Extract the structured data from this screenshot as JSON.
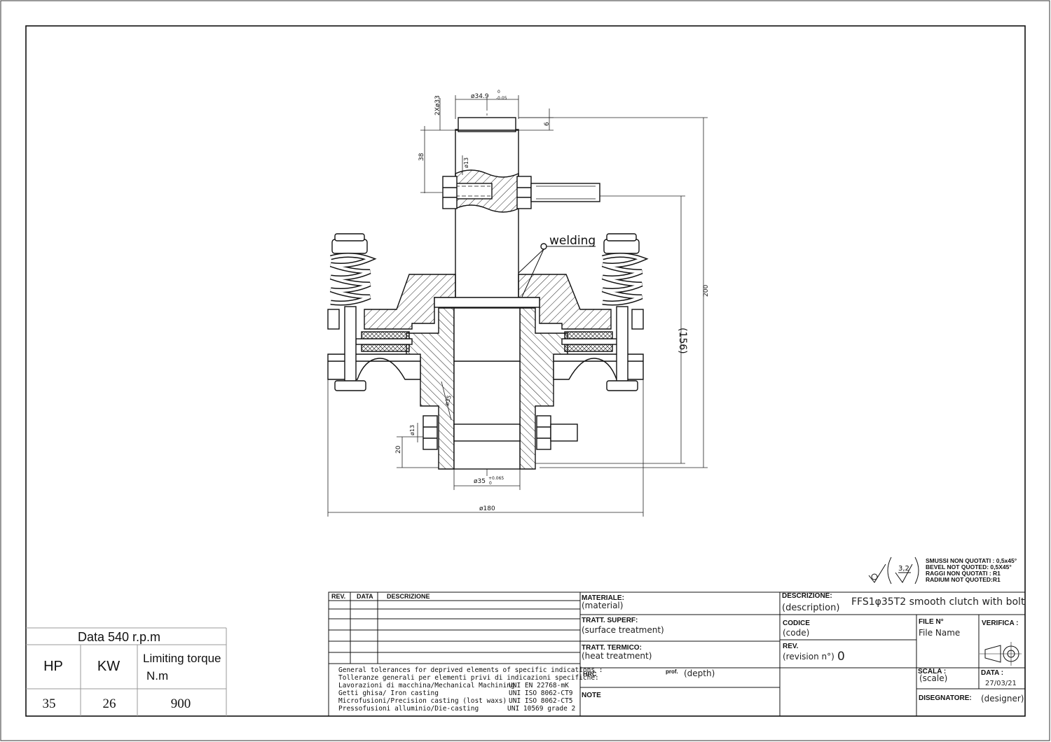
{
  "drawing": {
    "dims": {
      "top_dia": "ø34.9",
      "top_tol_up": "0",
      "top_tol_dn": "-0.05",
      "hole_2x": "2Xø33",
      "six": "6",
      "h38": "38",
      "d13_top": "ø13",
      "h200": "200",
      "h156": "(156)",
      "d35_inner": "ø35",
      "d13_bot": "ø13",
      "h20": "20",
      "bot_dia": "ø35",
      "bot_tol_up": "+0.065",
      "bot_tol_dn": "0",
      "d180": "ø180"
    },
    "welding": "welding"
  },
  "finish": {
    "roughness": "3,2",
    "notes": [
      "SMUSSI NON QUOTATI : 0,5x45°",
      "BEVEL NOT QUOTED: 0,5X45°",
      "RAGGI NON QUOTATI : R1",
      "RADIUM NOT QUOTED:R1"
    ]
  },
  "spec_table": {
    "title": "Data 540 r.p.m",
    "headers": [
      "HP",
      "KW",
      "Limiting torque",
      "N.m"
    ],
    "values": [
      "35",
      "26",
      "900"
    ]
  },
  "title_block": {
    "rev_header": "REV.",
    "data_header": "DATA",
    "descr_header": "DESCRIZIONE",
    "tolerances": [
      {
        "text": "General tolerances for deprived elements of specific indications :",
        "std": ""
      },
      {
        "text": "Tolleranze generali per elementi privi di indicazioni specifiche:",
        "std": ""
      },
      {
        "text": "Lavorazioni di macchina/Mechanical Machining",
        "std": "UNI EN 22768-mK"
      },
      {
        "text": "Getti ghisa/ Iron casting",
        "std": "UNI ISO 8062-CT9"
      },
      {
        "text": "Microfusioni/Precision casting (lost waxs)",
        "std": "UNI ISO 8062-CT5"
      },
      {
        "text": "Pressofusioni alluminio/Die-casting",
        "std": "UNI 10569 grade 2"
      }
    ],
    "materiale": "MATERIALE:",
    "materiale_en": "(material)",
    "tratt_superf": "TRATT. SUPERF:",
    "tratt_superf_en": "(surface treatment)",
    "tratt_termico": "TRATT. TERMICO:",
    "tratt_termico_en": "(heat treatment)",
    "hrc": "HRC",
    "prof": "prof.",
    "prof_en": "(depth)",
    "note": "NOTE",
    "descrizione": "DESCRIZIONE:",
    "descrizione_en": "(description)",
    "description_value": "FFS1φ35T2 smooth clutch with bolt",
    "codice": "CODICE",
    "codice_en": "(code)",
    "rev": "REV.",
    "rev_en": "(revision n°)",
    "rev_value": "0",
    "file_no": "FILE N°",
    "file_name": "File Name",
    "verifica": "VERIFICA :",
    "scala": "SCALA :",
    "scala_en": "(scale)",
    "data_label": "DATA :",
    "date_value": "27/03/21",
    "disegnatore": "DISEGNATORE:",
    "designer": "(designer)"
  }
}
